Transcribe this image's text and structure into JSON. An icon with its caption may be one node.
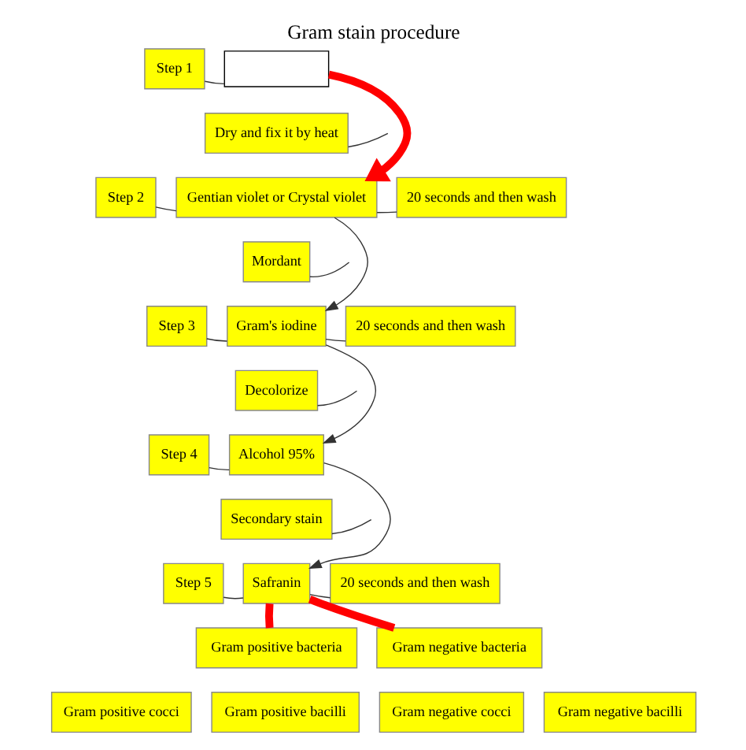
{
  "diagram": {
    "title": "Gram stain procedure",
    "nodes": [
      {
        "text": [],
        "shape": "box"
      },
      {
        "text": [
          "Step 1"
        ]
      },
      {
        "text": [
          "Dry and fix it by heat"
        ]
      },
      {
        "text": [
          "Gentian violet or Crystal violet"
        ]
      },
      {
        "text": [
          "Step 2"
        ]
      },
      {
        "text": [
          "20 seconds and then wash"
        ]
      },
      {
        "text": [
          "Mordant"
        ]
      },
      {
        "text": [
          "Gram's iodine"
        ]
      },
      {
        "text": [
          "Step 3"
        ]
      },
      {
        "text": [
          "20 seconds and then wash"
        ]
      },
      {
        "text": [
          "Decolorize"
        ]
      },
      {
        "text": [
          "Alcohol 95%"
        ]
      },
      {
        "text": [
          "Step 4"
        ]
      },
      {
        "text": [
          "Secondary stain"
        ]
      },
      {
        "text": [
          "Safranin"
        ]
      },
      {
        "text": [
          "Step 5"
        ]
      },
      {
        "text": [
          "20 seconds and then wash"
        ]
      },
      {
        "text": [
          "Gram positive bacteria"
        ]
      },
      {
        "text": [
          "Gram negative bacteria"
        ]
      },
      {
        "text": [
          "Gram positive cocci"
        ]
      },
      {
        "text": [
          "Gram positive bacilli"
        ]
      },
      {
        "text": [
          "Gram negative cocci"
        ]
      },
      {
        "text": [
          "Gram negative bacilli"
        ]
      }
    ],
    "edges": [
      {
        "from": 1,
        "to": 0,
        "arrow": "none"
      },
      {
        "from": 0,
        "to": 3,
        "arrow": "to",
        "style": "thick",
        "color": "#ff0000"
      },
      {
        "from": 2,
        "to": null,
        "arrow": "none"
      },
      {
        "from": 4,
        "to": 3,
        "arrow": "none"
      },
      {
        "from": 5,
        "to": 3,
        "arrow": "none"
      },
      {
        "from": 3,
        "to": 7,
        "arrow": "to"
      },
      {
        "from": 6,
        "to": null,
        "arrow": "none"
      },
      {
        "from": 8,
        "to": 7,
        "arrow": "none"
      },
      {
        "from": 9,
        "to": 7,
        "arrow": "none"
      },
      {
        "from": 7,
        "to": 11,
        "arrow": "to"
      },
      {
        "from": 10,
        "to": null,
        "arrow": "none"
      },
      {
        "from": 12,
        "to": 11,
        "arrow": "none"
      },
      {
        "from": 11,
        "to": 14,
        "arrow": "to"
      },
      {
        "from": 13,
        "to": null,
        "arrow": "none"
      },
      {
        "from": 15,
        "to": 14,
        "arrow": "none"
      },
      {
        "from": 16,
        "to": 14,
        "arrow": "none"
      },
      {
        "from": 14,
        "to": 17,
        "arrow": "none",
        "style": "thick",
        "color": "#ff0000"
      },
      {
        "from": 14,
        "to": 18,
        "arrow": "none",
        "style": "thick",
        "color": "#ff0000"
      }
    ]
  }
}
